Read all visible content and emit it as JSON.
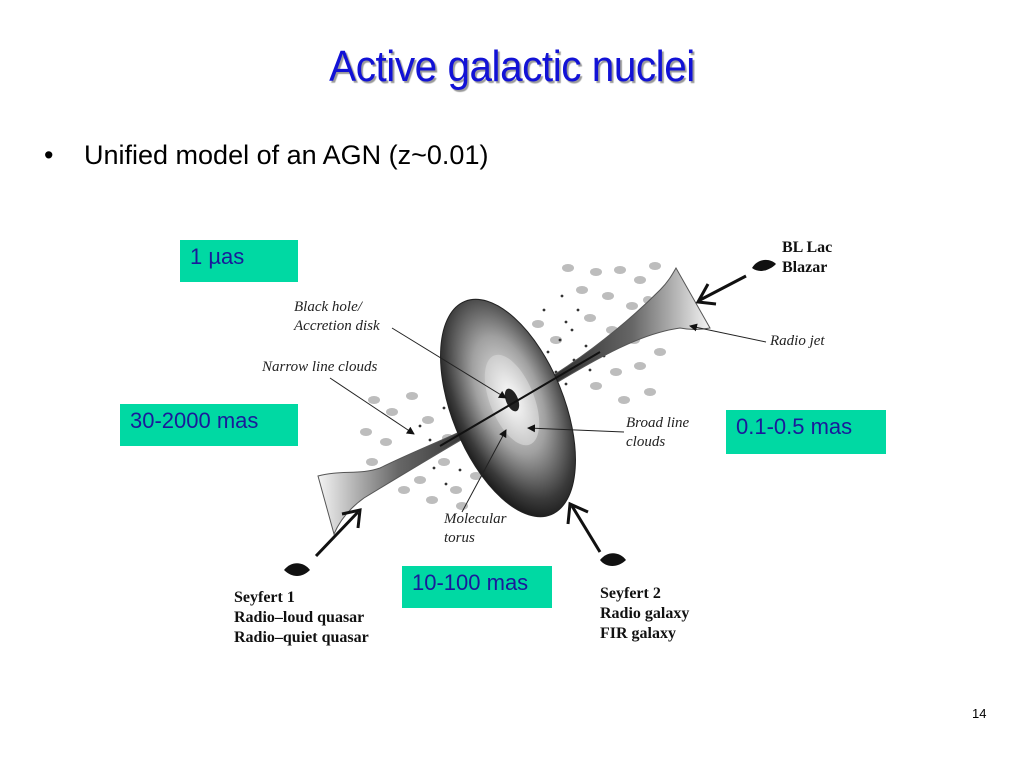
{
  "slide": {
    "title": "Active galactic nuclei",
    "bullet_symbol": "•",
    "bullet_text": "Unified model of an AGN (z~0.01)",
    "page_number": "14"
  },
  "scale_boxes": {
    "micro": "1 µas",
    "narrow": "30-2000 mas",
    "broad": "0.1-0.5 mas",
    "torus": "10-100 mas"
  },
  "diagram_labels": {
    "black_hole_1": "Black hole/",
    "black_hole_2": "Accretion disk",
    "narrow_line": "Narrow line clouds",
    "radio_jet": "Radio jet",
    "broad_line_1": "Broad line",
    "broad_line_2": "clouds",
    "molecular_1": "Molecular",
    "molecular_2": "torus"
  },
  "observer_labels": {
    "top_right": [
      "BL Lac",
      "Blazar"
    ],
    "bottom_left": [
      "Seyfert 1",
      "Radio–loud quasar",
      "Radio–quiet quasar"
    ],
    "bottom_right": [
      "Seyfert 2",
      "Radio galaxy",
      "FIR galaxy"
    ]
  },
  "colors": {
    "title": "#1212d6",
    "box_fill": "#00d9a3",
    "box_text": "#1a1a9a"
  }
}
